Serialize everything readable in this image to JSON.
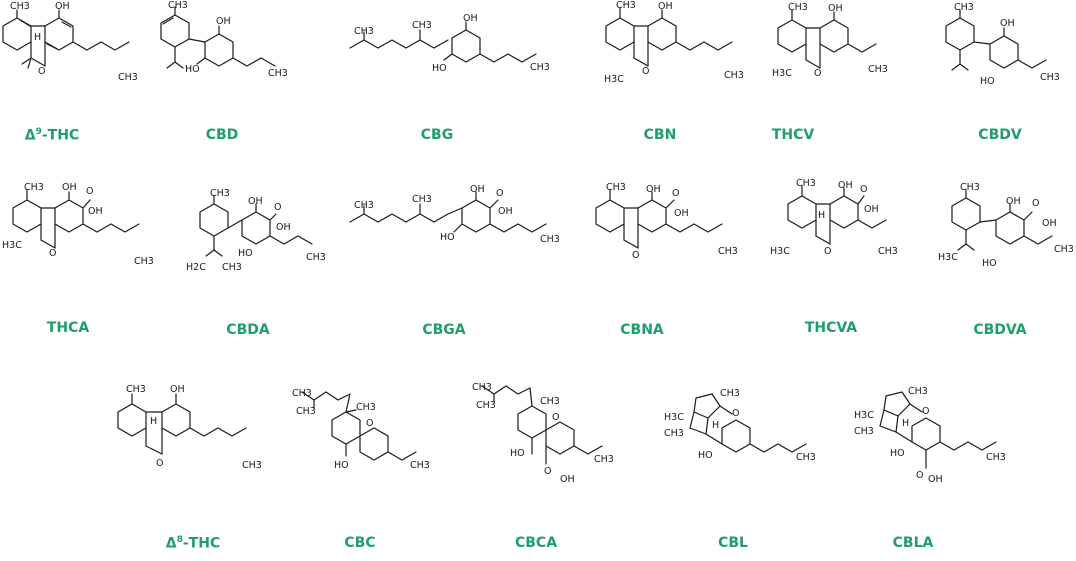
{
  "accent_color": "#1f9e6b",
  "compounds": [
    {
      "name_prefix": "Δ",
      "name_sup": "9",
      "name_suffix": "-THC",
      "atoms": {
        "ch3_top": "CH3",
        "oh": "OH",
        "h": "H",
        "o": "O",
        "chain": "CH3"
      }
    },
    {
      "name": "CBD",
      "atoms": {
        "ch3_top": "CH3",
        "oh_top": "OH",
        "oh_bottom": "HO",
        "chain": "CH3"
      }
    },
    {
      "name": "CBG",
      "atoms": {
        "ch3_left": "CH3",
        "ch3_mid": "CH3",
        "oh_top": "OH",
        "oh_bottom": "HO",
        "chain": "CH3"
      }
    },
    {
      "name": "CBN",
      "atoms": {
        "ch3_top": "CH3",
        "oh": "OH",
        "h3c": "H3C",
        "o": "O",
        "chain": "CH3"
      }
    },
    {
      "name": "THCV",
      "atoms": {
        "ch3_top": "CH3",
        "oh": "OH",
        "h3c": "H3C",
        "o": "O",
        "chain": "CH3"
      }
    },
    {
      "name": "CBDV",
      "atoms": {
        "ch3_top": "CH3",
        "oh_top": "OH",
        "oh_bottom": "HO",
        "chain": "CH3"
      }
    },
    {
      "name": "THCA",
      "atoms": {
        "ch3_top": "CH3",
        "oh": "OH",
        "cooh": "OH",
        "o_acid": "O",
        "h3c": "H3C",
        "o": "O",
        "chain": "CH3"
      }
    },
    {
      "name": "CBDA",
      "atoms": {
        "ch3_top": "CH3",
        "oh_top": "OH",
        "oh_acid": "OH",
        "o_acid": "O",
        "h2c": "H2C",
        "ch3": "CH3",
        "ho": "HO",
        "chain": "CH3"
      }
    },
    {
      "name": "CBGA",
      "atoms": {
        "ch3_left": "CH3",
        "ch3_mid": "CH3",
        "oh_top": "OH",
        "oh_acid": "OH",
        "o_acid": "O",
        "ho": "HO",
        "chain": "CH3"
      }
    },
    {
      "name": "CBNA",
      "atoms": {
        "ch3_top": "CH3",
        "oh": "OH",
        "oh_acid": "OH",
        "o_acid": "O",
        "o": "O",
        "chain": "CH3"
      }
    },
    {
      "name": "THCVA",
      "atoms": {
        "ch3_top": "CH3",
        "oh": "OH",
        "oh_acid": "OH",
        "o_acid": "O",
        "h": "H",
        "h3c": "H3C",
        "o": "O",
        "chain": "CH3"
      }
    },
    {
      "name": "CBDVA",
      "atoms": {
        "ch3_top": "CH3",
        "oh_top": "OH",
        "oh_acid": "OH",
        "o_acid": "O",
        "h3c": "H3C",
        "ho": "HO",
        "chain": "CH3"
      }
    },
    {
      "name_prefix": "Δ",
      "name_sup": "8",
      "name_suffix": "-THC",
      "atoms": {
        "ch3_top": "CH3",
        "oh": "OH",
        "h": "H",
        "o": "O",
        "chain": "CH3"
      }
    },
    {
      "name": "CBC",
      "atoms": {
        "ch3_a": "CH3",
        "ch3_b": "CH3",
        "ch3_c": "CH3",
        "o": "O",
        "ho": "HO",
        "chain": "CH3"
      }
    },
    {
      "name": "CBCA",
      "atoms": {
        "ch3_a": "CH3",
        "ch3_b": "CH3",
        "ch3_c": "CH3",
        "o": "O",
        "ho": "HO",
        "oh_acid": "OH",
        "o_acid": "O",
        "chain": "CH3"
      }
    },
    {
      "name": "CBL",
      "atoms": {
        "ch3_top": "CH3",
        "h": "H",
        "h3c": "H3C",
        "ch3": "CH3",
        "o": "O",
        "ho": "HO",
        "chain": "CH3"
      }
    },
    {
      "name": "CBLA",
      "atoms": {
        "ch3_top": "CH3",
        "h": "H",
        "h3c": "H3C",
        "ch3": "CH3",
        "o": "O",
        "ho": "HO",
        "oh_acid": "OH",
        "o_acid": "O",
        "chain": "CH3"
      }
    }
  ]
}
